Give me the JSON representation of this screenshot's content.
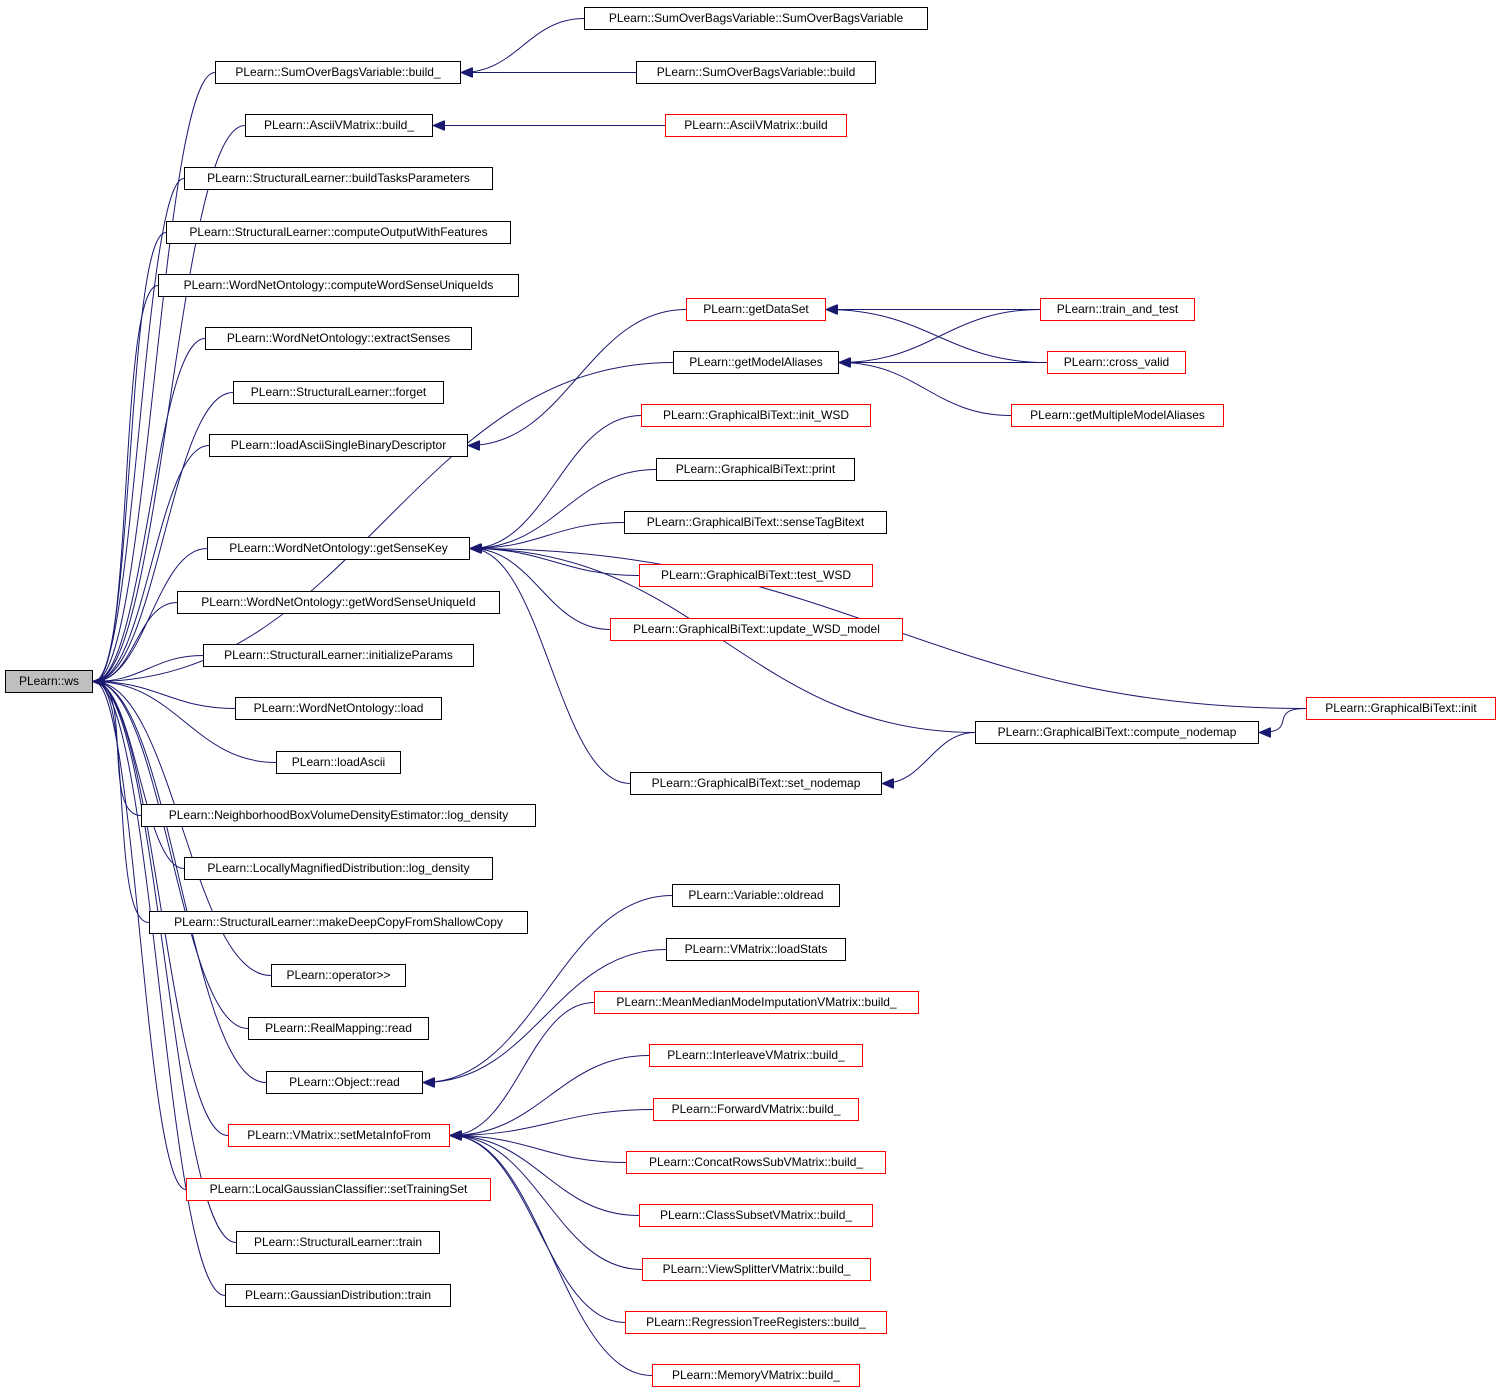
{
  "colors": {
    "edge": "#191970",
    "border_default": "#000000",
    "border_highlight": "#ff0000",
    "root_fill": "#bfbfbf"
  },
  "nodes": {
    "ws": {
      "label": "PLearn::ws"
    },
    "sobv_build_": {
      "label": "PLearn::SumOverBagsVariable::build_"
    },
    "sobv_ctor": {
      "label": "PLearn::SumOverBagsVariable::SumOverBagsVariable"
    },
    "sobv_build": {
      "label": "PLearn::SumOverBagsVariable::build"
    },
    "ascii_build_": {
      "label": "PLearn::AsciiVMatrix::build_"
    },
    "ascii_build": {
      "label": "PLearn::AsciiVMatrix::build"
    },
    "sl_buildTasks": {
      "label": "PLearn::StructuralLearner::buildTasksParameters"
    },
    "sl_computeOutput": {
      "label": "PLearn::StructuralLearner::computeOutputWithFeatures"
    },
    "wno_computeIds": {
      "label": "PLearn::WordNetOntology::computeWordSenseUniqueIds"
    },
    "wno_extract": {
      "label": "PLearn::WordNetOntology::extractSenses"
    },
    "sl_forget": {
      "label": "PLearn::StructuralLearner::forget"
    },
    "loadAsciiSBD": {
      "label": "PLearn::loadAsciiSingleBinaryDescriptor"
    },
    "getDataSet": {
      "label": "PLearn::getDataSet"
    },
    "getModelAliases": {
      "label": "PLearn::getModelAliases"
    },
    "train_and_test": {
      "label": "PLearn::train_and_test"
    },
    "cross_valid": {
      "label": "PLearn::cross_valid"
    },
    "getMultipleModelAliases": {
      "label": "PLearn::getMultipleModelAliases"
    },
    "gbt_init_wsd": {
      "label": "PLearn::GraphicalBiText::init_WSD"
    },
    "gbt_print": {
      "label": "PLearn::GraphicalBiText::print"
    },
    "gbt_senseTag": {
      "label": "PLearn::GraphicalBiText::senseTagBitext"
    },
    "gbt_test_wsd": {
      "label": "PLearn::GraphicalBiText::test_WSD"
    },
    "gbt_update": {
      "label": "PLearn::GraphicalBiText::update_WSD_model"
    },
    "wno_getSenseKey": {
      "label": "PLearn::WordNetOntology::getSenseKey"
    },
    "gbt_init": {
      "label": "PLearn::GraphicalBiText::init"
    },
    "gbt_compute_nodemap": {
      "label": "PLearn::GraphicalBiText::compute_nodemap"
    },
    "gbt_set_nodemap": {
      "label": "PLearn::GraphicalBiText::set_nodemap"
    },
    "wno_getWordSenseId": {
      "label": "PLearn::WordNetOntology::getWordSenseUniqueId"
    },
    "sl_initParams": {
      "label": "PLearn::StructuralLearner::initializeParams"
    },
    "wno_load": {
      "label": "PLearn::WordNetOntology::load"
    },
    "loadAscii": {
      "label": "PLearn::loadAscii"
    },
    "nbvde_logdensity": {
      "label": "PLearn::NeighborhoodBoxVolumeDensityEstimator::log_density"
    },
    "lmd_logdensity": {
      "label": "PLearn::LocallyMagnifiedDistribution::log_density"
    },
    "sl_deepcopy": {
      "label": "PLearn::StructuralLearner::makeDeepCopyFromShallowCopy"
    },
    "operator_rshift": {
      "label": "PLearn::operator>>"
    },
    "rm_read": {
      "label": "PLearn::RealMapping::read"
    },
    "obj_read": {
      "label": "PLearn::Object::read"
    },
    "var_oldread": {
      "label": "PLearn::Variable::oldread"
    },
    "vm_loadStats": {
      "label": "PLearn::VMatrix::loadStats"
    },
    "vm_setMetaInfoFrom": {
      "label": "PLearn::VMatrix::setMetaInfoFrom"
    },
    "mmmi_build_": {
      "label": "PLearn::MeanMedianModeImputationVMatrix::build_"
    },
    "interleave_build_": {
      "label": "PLearn::InterleaveVMatrix::build_"
    },
    "forward_build_": {
      "label": "PLearn::ForwardVMatrix::build_"
    },
    "concat_build_": {
      "label": "PLearn::ConcatRowsSubVMatrix::build_"
    },
    "classsubset_build_": {
      "label": "PLearn::ClassSubsetVMatrix::build_"
    },
    "viewsplitter_build_": {
      "label": "PLearn::ViewSplitterVMatrix::build_"
    },
    "regtree_build_": {
      "label": "PLearn::RegressionTreeRegisters::build_"
    },
    "memory_build_": {
      "label": "PLearn::MemoryVMatrix::build_"
    },
    "lgc_setTrainingSet": {
      "label": "PLearn::LocalGaussianClassifier::setTrainingSet"
    },
    "sl_train": {
      "label": "PLearn::StructuralLearner::train"
    },
    "gd_train": {
      "label": "PLearn::GaussianDistribution::train"
    }
  },
  "edges": [
    [
      "sobv_build_",
      "ws"
    ],
    [
      "ascii_build_",
      "ws"
    ],
    [
      "sl_buildTasks",
      "ws"
    ],
    [
      "sl_computeOutput",
      "ws"
    ],
    [
      "wno_computeIds",
      "ws"
    ],
    [
      "wno_extract",
      "ws"
    ],
    [
      "sl_forget",
      "ws"
    ],
    [
      "loadAsciiSBD",
      "ws"
    ],
    [
      "getModelAliases",
      "ws"
    ],
    [
      "wno_getSenseKey",
      "ws"
    ],
    [
      "wno_getWordSenseId",
      "ws"
    ],
    [
      "sl_initParams",
      "ws"
    ],
    [
      "wno_load",
      "ws"
    ],
    [
      "loadAscii",
      "ws"
    ],
    [
      "nbvde_logdensity",
      "ws"
    ],
    [
      "lmd_logdensity",
      "ws"
    ],
    [
      "sl_deepcopy",
      "ws"
    ],
    [
      "operator_rshift",
      "ws"
    ],
    [
      "rm_read",
      "ws"
    ],
    [
      "obj_read",
      "ws"
    ],
    [
      "vm_setMetaInfoFrom",
      "ws"
    ],
    [
      "lgc_setTrainingSet",
      "ws"
    ],
    [
      "sl_train",
      "ws"
    ],
    [
      "gd_train",
      "ws"
    ],
    [
      "sobv_ctor",
      "sobv_build_"
    ],
    [
      "sobv_build",
      "sobv_build_"
    ],
    [
      "ascii_build",
      "ascii_build_"
    ],
    [
      "getDataSet",
      "loadAsciiSBD"
    ],
    [
      "train_and_test",
      "getDataSet"
    ],
    [
      "cross_valid",
      "getDataSet"
    ],
    [
      "train_and_test",
      "getModelAliases"
    ],
    [
      "cross_valid",
      "getModelAliases"
    ],
    [
      "getMultipleModelAliases",
      "getModelAliases"
    ],
    [
      "gbt_init_wsd",
      "wno_getSenseKey"
    ],
    [
      "gbt_print",
      "wno_getSenseKey"
    ],
    [
      "gbt_senseTag",
      "wno_getSenseKey"
    ],
    [
      "gbt_test_wsd",
      "wno_getSenseKey"
    ],
    [
      "gbt_update",
      "wno_getSenseKey"
    ],
    [
      "gbt_init",
      "wno_getSenseKey"
    ],
    [
      "gbt_compute_nodemap",
      "wno_getSenseKey"
    ],
    [
      "gbt_set_nodemap",
      "wno_getSenseKey"
    ],
    [
      "gbt_init",
      "gbt_compute_nodemap"
    ],
    [
      "gbt_compute_nodemap",
      "gbt_set_nodemap"
    ],
    [
      "var_oldread",
      "obj_read"
    ],
    [
      "vm_loadStats",
      "obj_read"
    ],
    [
      "mmmi_build_",
      "vm_setMetaInfoFrom"
    ],
    [
      "interleave_build_",
      "vm_setMetaInfoFrom"
    ],
    [
      "forward_build_",
      "vm_setMetaInfoFrom"
    ],
    [
      "concat_build_",
      "vm_setMetaInfoFrom"
    ],
    [
      "classsubset_build_",
      "vm_setMetaInfoFrom"
    ],
    [
      "viewsplitter_build_",
      "vm_setMetaInfoFrom"
    ],
    [
      "regtree_build_",
      "vm_setMetaInfoFrom"
    ],
    [
      "memory_build_",
      "vm_setMetaInfoFrom"
    ]
  ]
}
